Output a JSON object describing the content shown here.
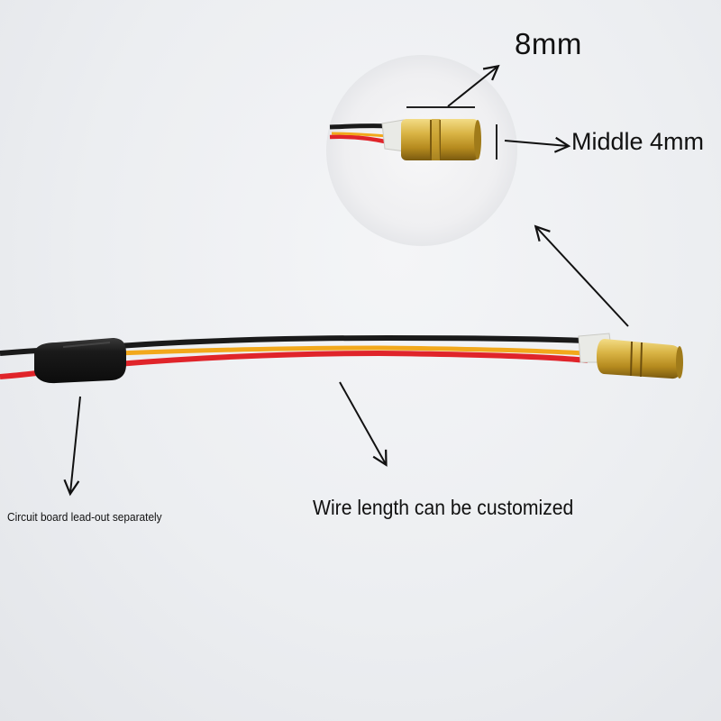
{
  "annotations": {
    "diameter": "8mm",
    "middle": "Middle 4mm",
    "wire_length": "Wire length can be customized",
    "circuit_board": "Circuit board lead-out separately"
  },
  "colors": {
    "background": "#eceef1",
    "wire_black": "#1a1a1a",
    "wire_red": "#e0242a",
    "wire_yellow": "#f2a81c",
    "brass": "#c9a227",
    "heat_shrink": "#1c1c1c",
    "arrow": "#111111"
  }
}
